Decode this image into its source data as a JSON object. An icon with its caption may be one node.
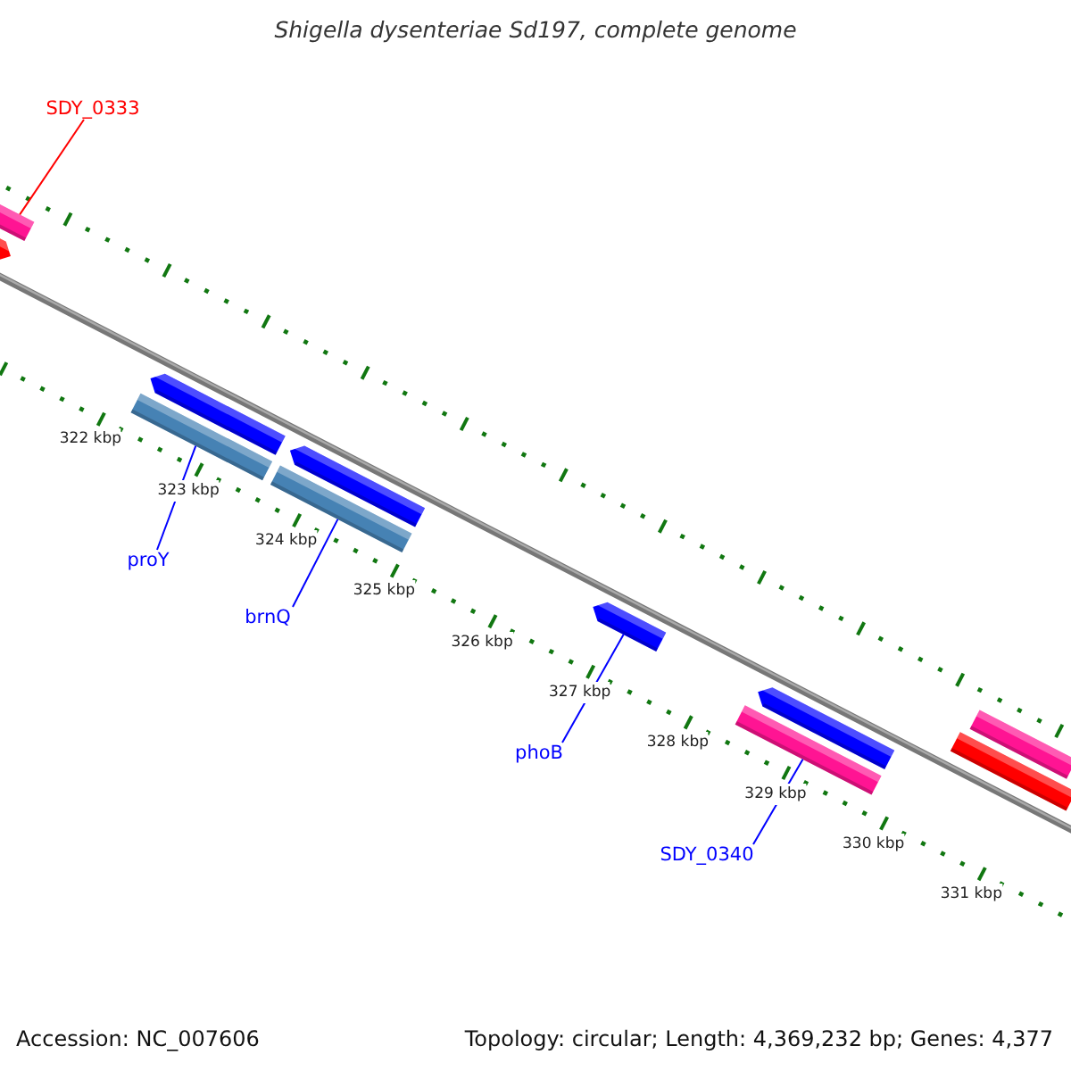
{
  "diagram": {
    "title": "Shigella dysenteriae Sd197, complete genome",
    "nodes": [
      {
        "text": [
          "SDY_0333"
        ]
      },
      {
        "text": [
          "proY"
        ]
      },
      {
        "text": [
          "brnQ"
        ]
      },
      {
        "text": [
          "phoB"
        ]
      },
      {
        "text": [
          "SDY_0340"
        ]
      },
      {
        "text": [],
        "shape": "bar"
      },
      {
        "text": [],
        "shape": "bar"
      },
      {
        "text": [],
        "shape": "bar"
      },
      {
        "text": [],
        "shape": "bar"
      },
      {
        "text": [],
        "shape": "bar"
      },
      {
        "text": [],
        "shape": "bar"
      },
      {
        "text": [],
        "shape": "bar"
      },
      {
        "text": [],
        "shape": "bar"
      },
      {
        "text": [],
        "shape": "bar"
      },
      {
        "text": [],
        "shape": "bar"
      },
      {
        "text": [],
        "shape": "bar"
      }
    ],
    "edges": [
      {
        "from": 0,
        "to": 5,
        "arrow": "none",
        "color": "#ff0000"
      },
      {
        "from": 1,
        "to": 7,
        "arrow": "none"
      },
      {
        "from": 2,
        "to": 9,
        "arrow": "none"
      },
      {
        "from": 3,
        "to": 11,
        "arrow": "none"
      },
      {
        "from": 4,
        "to": 12,
        "arrow": "none"
      }
    ],
    "labels": [
      "322 kbp",
      "323 kbp",
      "324 kbp",
      "325 kbp",
      "326 kbp",
      "327 kbp",
      "328 kbp",
      "329 kbp",
      "330 kbp",
      "331 kbp",
      "Accession: NC_007606",
      "Topology: circular; Length: 4,369,232 bp; Genes: 4,377"
    ]
  }
}
